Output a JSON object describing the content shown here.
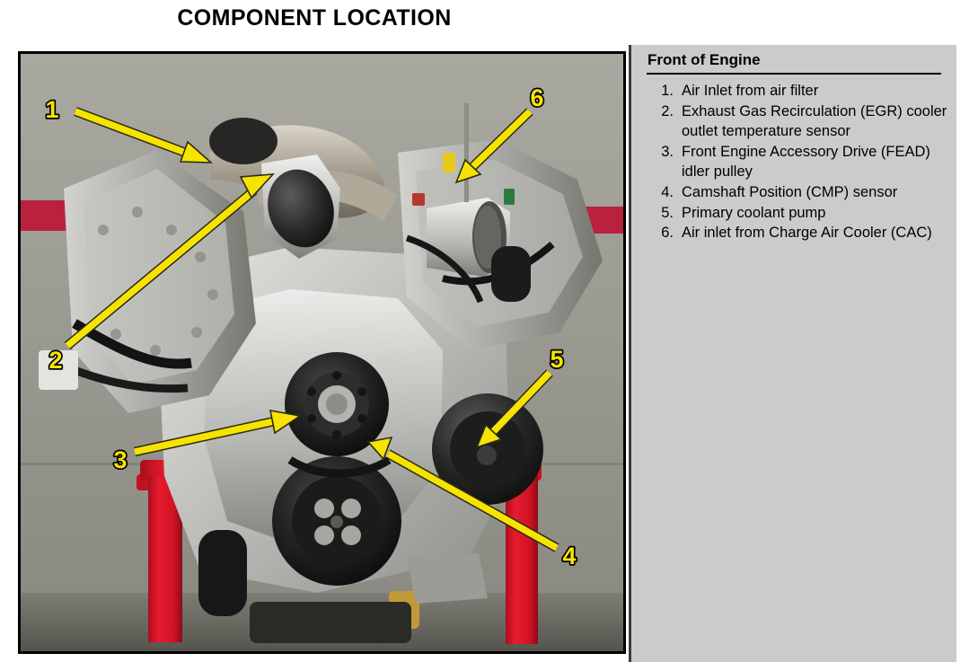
{
  "title": "COMPONENT LOCATION",
  "legend": {
    "heading": "Front of Engine",
    "items": [
      {
        "number": "1.",
        "text": "Air Inlet from air filter"
      },
      {
        "number": "2.",
        "text": "Exhaust Gas Recirculation (EGR) cooler outlet temperature sensor"
      },
      {
        "number": "3.",
        "text": "Front Engine Accessory Drive (FEAD) idler pulley"
      },
      {
        "number": "4.",
        "text": "Camshaft Position (CMP) sensor"
      },
      {
        "number": "5.",
        "text": "Primary coolant pump"
      },
      {
        "number": "6.",
        "text": "Air inlet from Charge Air Cooler (CAC)"
      }
    ]
  },
  "photo": {
    "subject": "engine-front-view-photograph",
    "callouts": [
      {
        "id": "1",
        "label": "1",
        "target": "air-inlet-from-air-filter"
      },
      {
        "id": "2",
        "label": "2",
        "target": "egr-cooler-outlet-temperature-sensor"
      },
      {
        "id": "3",
        "label": "3",
        "target": "fead-idler-pulley"
      },
      {
        "id": "4",
        "label": "4",
        "target": "camshaft-position-sensor"
      },
      {
        "id": "5",
        "label": "5",
        "target": "primary-coolant-pump"
      },
      {
        "id": "6",
        "label": "6",
        "target": "air-inlet-from-charge-air-cooler"
      }
    ]
  },
  "colors": {
    "callout_yellow": "#f6e400",
    "callout_outline": "#000000",
    "legend_background": "#cbcbcb",
    "page_background": "#ffffff",
    "wall_stripe_red": "#b9213c",
    "engine_stand_red": "#d8142a"
  }
}
